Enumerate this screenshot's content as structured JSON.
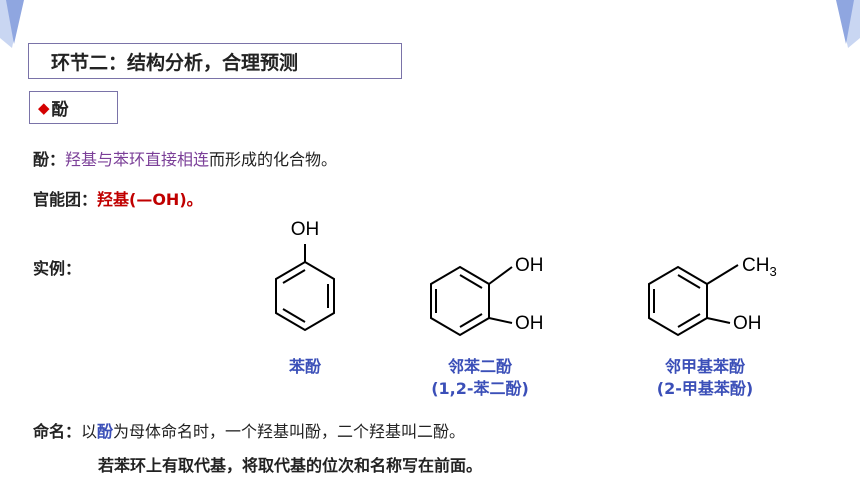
{
  "section_title": "环节二：结构分析，合理预测",
  "topic": {
    "marker": "◆",
    "label": "酚"
  },
  "definition": {
    "prefix": "酚：",
    "highlight": "羟基与苯环直接相连",
    "suffix": "而形成的化合物。"
  },
  "functional_group": {
    "label": "官能团：",
    "value": "羟基(—OH)。"
  },
  "examples_label": "实例：",
  "examples": [
    {
      "name": "苯酚",
      "alt": "",
      "groups": [
        "OH"
      ]
    },
    {
      "name": "邻苯二酚",
      "alt": "(1,2-苯二酚)",
      "groups": [
        "OH",
        "OH"
      ]
    },
    {
      "name": "邻甲基苯酚",
      "alt": "(2-甲基苯酚)",
      "groups": [
        "CH",
        "3",
        "OH"
      ]
    }
  ],
  "naming": {
    "label": "命名：",
    "line1_pre": "以",
    "line1_hl": "酚",
    "line1_post": "为母体命名时，一个羟基叫酚，二个羟基叫二酚。",
    "line2": "若苯环上有取代基，将取代基的位次和名称写在前面。"
  },
  "colors": {
    "accent": "#7b3f98",
    "red": "#c00000",
    "caption_blue": "#3b4fb8",
    "border": "#7a73a8"
  }
}
